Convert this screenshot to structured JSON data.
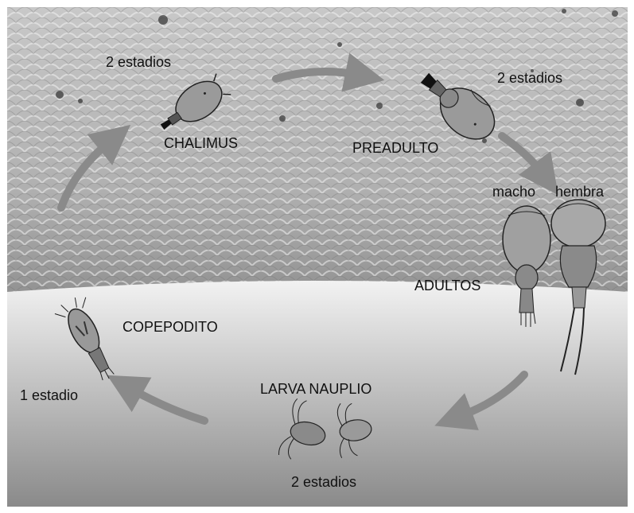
{
  "labels": {
    "chalimus_stages": "2 estadios",
    "chalimus": "CHALIMUS",
    "preadulto": "PREADULTO",
    "preadulto_stages": "2 estadios",
    "macho": "macho",
    "hembra": "hembra",
    "adultos": "ADULTOS",
    "copepodito": "COPEPODITO",
    "copepodito_stages": "1 estadio",
    "larva_nauplio": "LARVA NAUPLIO",
    "nauplio_stages": "2 estadios"
  },
  "colors": {
    "arrow": "#8a8a8a",
    "skin_light": "#c4c4c4",
    "skin_dark": "#8e8e8e",
    "water_top": "#f2f2f2",
    "water_bottom": "#8a8a8a",
    "louse_body": "#9a9a9a",
    "louse_outline": "#222222"
  },
  "icons": [
    "chalimus-louse-icon",
    "preadult-louse-icon",
    "male-adult-louse-icon",
    "female-adult-louse-icon",
    "copepodid-icon",
    "nauplius-larva-icon"
  ]
}
